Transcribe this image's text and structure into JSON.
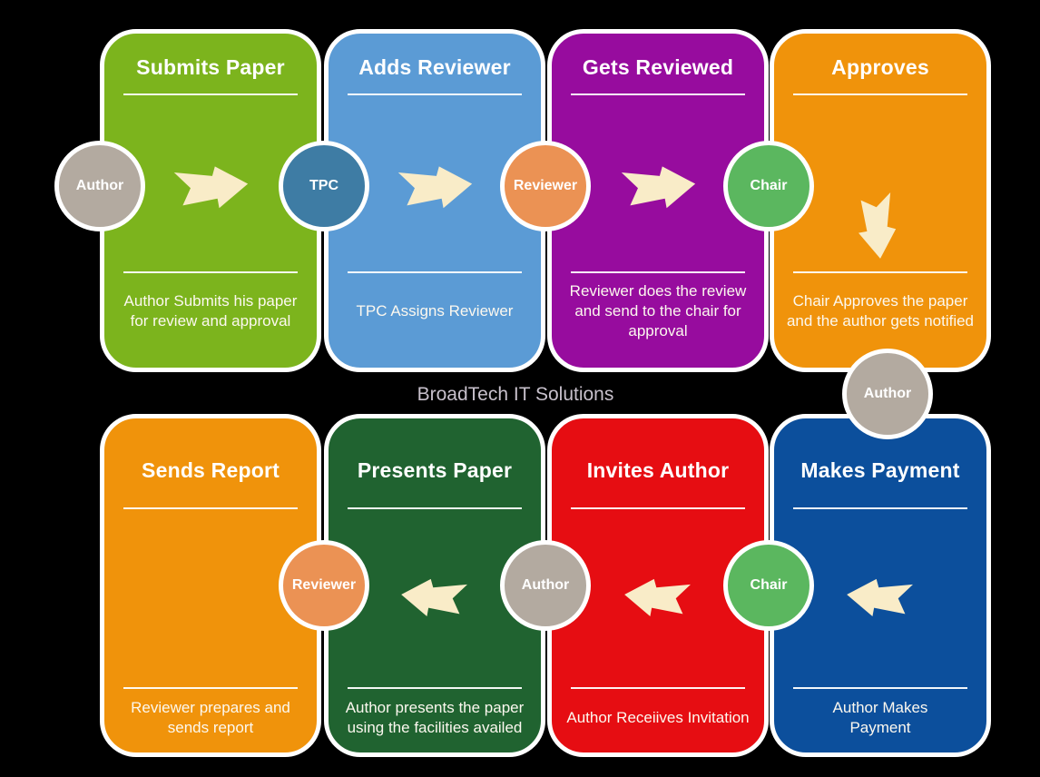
{
  "brand": {
    "label": "BroadTech IT Solutions"
  },
  "arrow_color": "#f9ecc8",
  "cards": [
    {
      "title": "Submits Paper",
      "description": "Author Submits his paper\nfor review and approval",
      "color": "#7cb41d",
      "arrow": "right"
    },
    {
      "title": "Adds Reviewer",
      "description": "TPC Assigns Reviewer",
      "color": "#5b9bd5",
      "arrow": "right"
    },
    {
      "title": "Gets Reviewed",
      "description": "Reviewer does the review\nand send to the chair for\napproval",
      "color": "#970c9e",
      "arrow": "right"
    },
    {
      "title": "Approves",
      "description": "Chair Approves the paper\nand the author gets notified",
      "color": "#f0930b",
      "arrow": "down"
    },
    {
      "title": "Sends Report",
      "description": "Reviewer prepares and\nsends report",
      "color": "#f0930b",
      "arrow": "none"
    },
    {
      "title": "Presents Paper",
      "description": "Author presents the paper\nusing the facilities availed",
      "color": "#206330",
      "arrow": "left"
    },
    {
      "title": "Invites Author",
      "description": "Author Receiives Invitation",
      "color": "#e60d12",
      "arrow": "left"
    },
    {
      "title": "Makes Payment",
      "description": "Author Makes\nPayment",
      "color": "#0c4f9c",
      "arrow": "left"
    }
  ],
  "badges": [
    {
      "label": "Author",
      "color": "#b3aaa0"
    },
    {
      "label": "TPC",
      "color": "#3e7ca4"
    },
    {
      "label": "Reviewer",
      "color": "#eb9254"
    },
    {
      "label": "Chair",
      "color": "#5bb75f"
    },
    {
      "label": "Author",
      "color": "#b3aaa0"
    },
    {
      "label": "Reviewer",
      "color": "#eb9254"
    },
    {
      "label": "Author",
      "color": "#b3aaa0"
    },
    {
      "label": "Chair",
      "color": "#5bb75f"
    }
  ]
}
